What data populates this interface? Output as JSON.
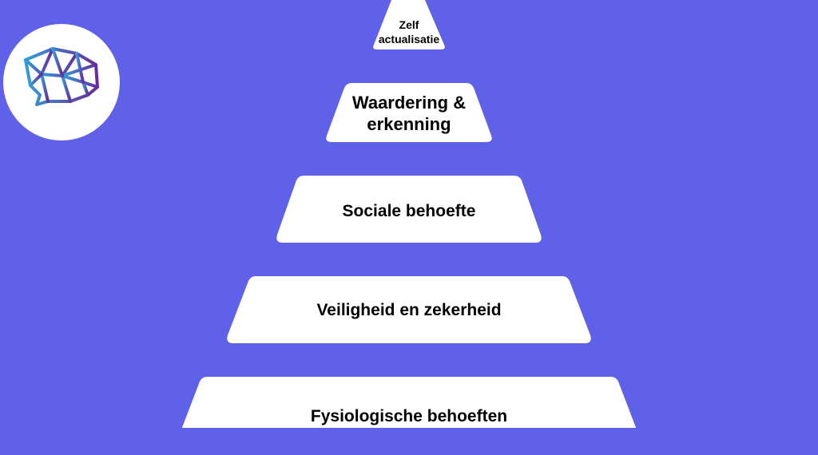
{
  "diagram": {
    "levels": [
      {
        "label": "Zelf\nactualisatie"
      },
      {
        "label": "Waardering &\nerkenning"
      },
      {
        "label": "Sociale behoefte"
      },
      {
        "label": "Veiligheid en zekerheid"
      },
      {
        "label": "Fysiologische behoeften"
      }
    ]
  },
  "colors": {
    "background": "#5f61e8",
    "tier": "#ffffff",
    "text": "#000000",
    "logo_gradient_start": "#2f9fd8",
    "logo_gradient_end": "#6a2a9c"
  },
  "icons": {
    "logo": "brain-network-speech-bubble-icon"
  }
}
